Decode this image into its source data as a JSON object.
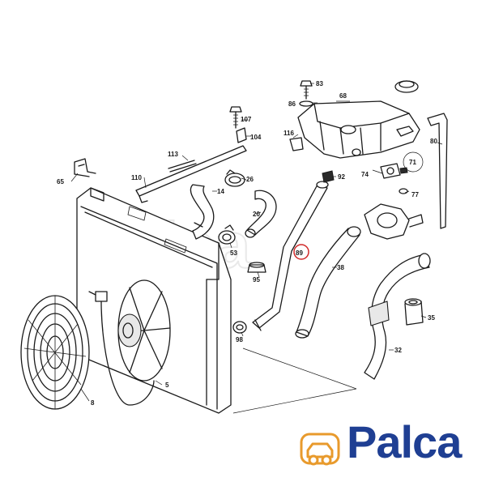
{
  "parts": [
    {
      "id": "p83",
      "label": "83"
    },
    {
      "id": "p68",
      "label": "68"
    },
    {
      "id": "p86",
      "label": "86"
    },
    {
      "id": "p107",
      "label": "107"
    },
    {
      "id": "p116",
      "label": "116"
    },
    {
      "id": "p104",
      "label": "104"
    },
    {
      "id": "p80",
      "label": "80"
    },
    {
      "id": "p113",
      "label": "113"
    },
    {
      "id": "p92",
      "label": "92"
    },
    {
      "id": "p74",
      "label": "74"
    },
    {
      "id": "p71",
      "label": "71"
    },
    {
      "id": "p65",
      "label": "65"
    },
    {
      "id": "p110",
      "label": "110"
    },
    {
      "id": "p26",
      "label": "26"
    },
    {
      "id": "p14",
      "label": "14"
    },
    {
      "id": "p77",
      "label": "77"
    },
    {
      "id": "p20",
      "label": "20"
    },
    {
      "id": "p53",
      "label": "53"
    },
    {
      "id": "p89",
      "label": "89"
    },
    {
      "id": "p38",
      "label": "38"
    },
    {
      "id": "p95",
      "label": "95"
    },
    {
      "id": "p35",
      "label": "35"
    },
    {
      "id": "p98",
      "label": "98"
    },
    {
      "id": "p32",
      "label": "32"
    },
    {
      "id": "p8",
      "label": "8"
    },
    {
      "id": "p5",
      "label": "5"
    }
  ],
  "highlighted_part": "89",
  "watermark_text": "Palca",
  "logo": {
    "text": "Palca",
    "brand_color": "#1f3f93",
    "accent_color": "#e89a2c",
    "icon": "car-icon"
  }
}
